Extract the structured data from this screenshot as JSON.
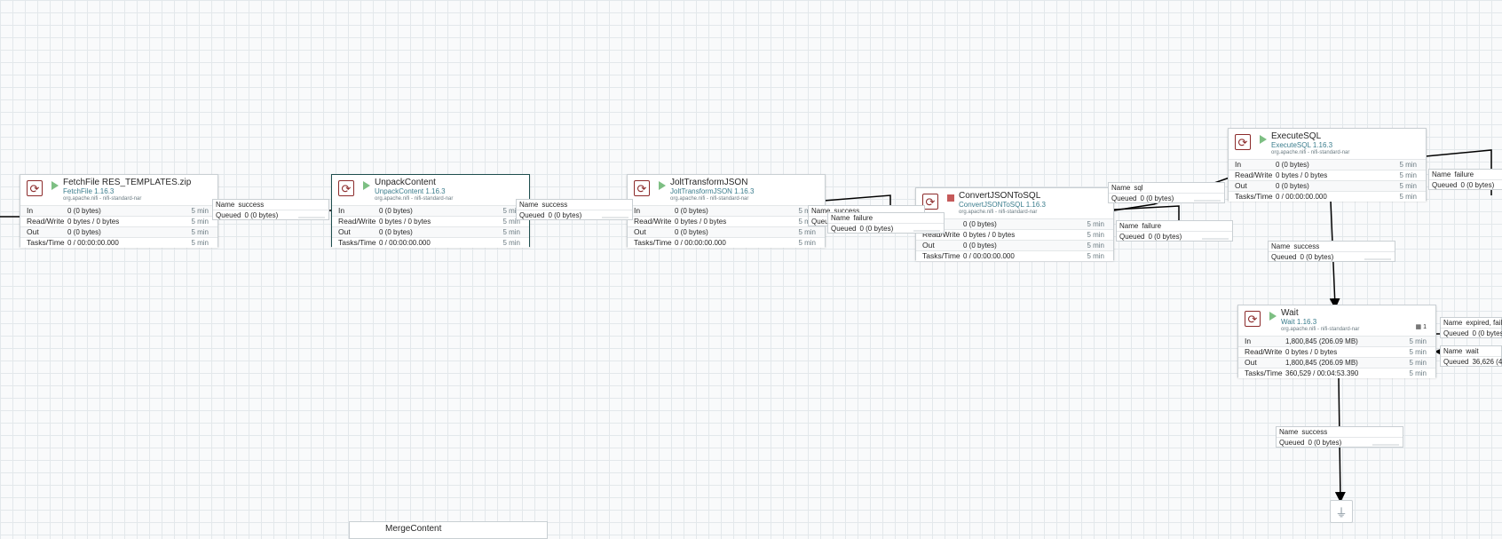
{
  "colors": {
    "canvas_bg": "#f9fafb",
    "grid": "#e3e8eb",
    "processor_icon": "#8c2b2b",
    "running": "#7dbf83",
    "stopped": "#c55a5a",
    "type_text": "#3b7d8d",
    "edge": "#000000"
  },
  "icons": {
    "processor": "processor-icon",
    "running": "play-icon",
    "stopped": "stop-icon",
    "funnel": "funnel-icon",
    "queue": "queue-icon"
  },
  "stat_labels": {
    "in": "In",
    "rw": "Read/Write",
    "out": "Out",
    "tasks": "Tasks/Time"
  },
  "conn_labels": {
    "name": "Name",
    "queued": "Queued"
  },
  "processors": [
    {
      "id": "fetchfile",
      "name": "FetchFile RES_TEMPLATES.zip",
      "type": "FetchFile 1.16.3",
      "bundle": "org.apache.nifi - nifi-standard-nar",
      "state": "running",
      "selected": false,
      "in": "0 (0 bytes)",
      "rw": "0 bytes / 0 bytes",
      "out": "0 (0 bytes)",
      "tasks": "0 / 00:00:00.000",
      "time": "5 min"
    },
    {
      "id": "unpackcontent",
      "name": "UnpackContent",
      "type": "UnpackContent 1.16.3",
      "bundle": "org.apache.nifi - nifi-standard-nar",
      "state": "running",
      "selected": true,
      "in": "0 (0 bytes)",
      "rw": "0 bytes / 0 bytes",
      "out": "0 (0 bytes)",
      "tasks": "0 / 00:00:00.000",
      "time": "5 min"
    },
    {
      "id": "jolttransformjson",
      "name": "JoltTransformJSON",
      "type": "JoltTransformJSON 1.16.3",
      "bundle": "org.apache.nifi - nifi-standard-nar",
      "state": "running",
      "selected": false,
      "in": "0 (0 bytes)",
      "rw": "0 bytes / 0 bytes",
      "out": "0 (0 bytes)",
      "tasks": "0 / 00:00:00.000",
      "time": "5 min"
    },
    {
      "id": "convertjsontosql",
      "name": "ConvertJSONToSQL",
      "type": "ConvertJSONToSQL 1.16.3",
      "bundle": "org.apache.nifi - nifi-standard-nar",
      "state": "stopped",
      "selected": false,
      "in": "0 (0 bytes)",
      "rw": "0 bytes / 0 bytes",
      "out": "0 (0 bytes)",
      "tasks": "0 / 00:00:00.000",
      "time": "5 min"
    },
    {
      "id": "executesql",
      "name": "ExecuteSQL",
      "type": "ExecuteSQL 1.16.3",
      "bundle": "org.apache.nifi - nifi-standard-nar",
      "state": "running",
      "selected": false,
      "in": "0 (0 bytes)",
      "rw": "0 bytes / 0 bytes",
      "out": "0 (0 bytes)",
      "tasks": "0 / 00:00:00.000",
      "time": "5 min"
    },
    {
      "id": "wait",
      "name": "Wait",
      "type": "Wait 1.16.3",
      "bundle": "org.apache.nifi - nifi-standard-nar",
      "state": "running",
      "selected": false,
      "badge": "1",
      "in": "1,800,845 (206.09 MB)",
      "rw": "0 bytes / 0 bytes",
      "out": "1,800,845 (206.09 MB)",
      "tasks": "360,529 / 00:04:53.390",
      "time": "5 min"
    }
  ],
  "connections": [
    {
      "id": "c1",
      "name": "success",
      "queued": "0 (0 bytes)"
    },
    {
      "id": "c2",
      "name": "success",
      "queued": "0 (0 bytes)"
    },
    {
      "id": "c3",
      "name": "success",
      "queued": ""
    },
    {
      "id": "c4",
      "name": "failure",
      "queued": "0 (0 bytes)"
    },
    {
      "id": "c5",
      "name": "sql",
      "queued": "0 (0 bytes)"
    },
    {
      "id": "c6",
      "name": "failure",
      "queued": "0 (0 bytes)"
    },
    {
      "id": "c7",
      "name": "failure",
      "queued": "0 (0 bytes)"
    },
    {
      "id": "c8",
      "name": "success",
      "queued": "0 (0 bytes)"
    },
    {
      "id": "c9",
      "name": "expired, fail",
      "queued": "0 (0 bytes"
    },
    {
      "id": "c10",
      "name": "wait",
      "queued": "36,626 (4"
    },
    {
      "id": "c11",
      "name": "success",
      "queued": "0 (0 bytes)"
    }
  ],
  "partial_processor": {
    "name": "MergeContent"
  }
}
